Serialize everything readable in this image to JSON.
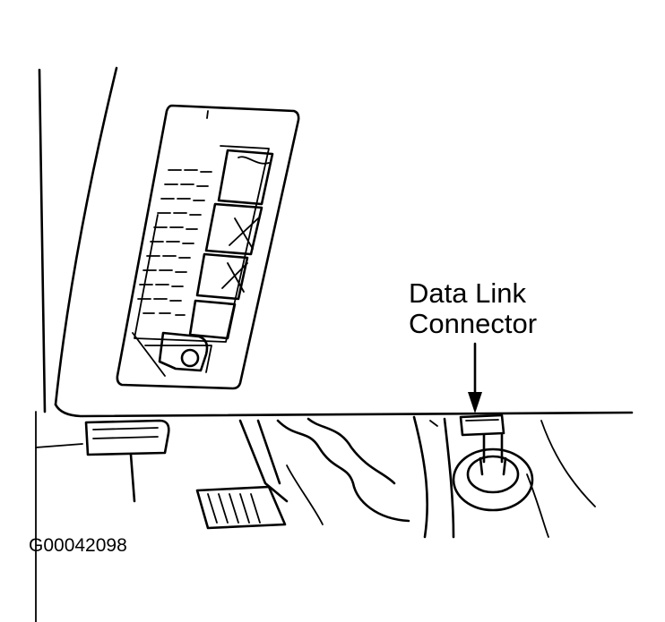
{
  "callout": {
    "line1": "Data Link",
    "line2": "Connector"
  },
  "figure_id": "G00042098"
}
